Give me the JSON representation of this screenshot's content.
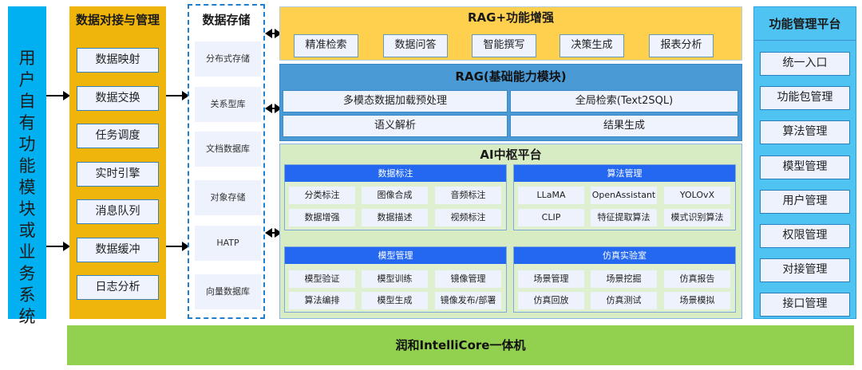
{
  "user_system": {
    "label": "用户自有功能模块或业务系统"
  },
  "data_management": {
    "title": "数据对接与管理",
    "items": [
      "数据映射",
      "数据交换",
      "任务调度",
      "实时引擎",
      "消息队列",
      "数据缓冲",
      "日志分析"
    ]
  },
  "data_storage": {
    "title": "数据存储",
    "items": [
      "分布式存储",
      "关系型库",
      "文档数据库",
      "对象存储",
      "HATP",
      "向量数据库"
    ]
  },
  "rag_plus": {
    "title": "RAG+功能增强",
    "items": [
      "精准检索",
      "数据问答",
      "智能撰写",
      "决策生成",
      "报表分析"
    ]
  },
  "rag_base": {
    "title": "RAG(基础能力模块)",
    "items": [
      "多模态数据加载预处理",
      "全局检索(Text2SQL)",
      "语义解析",
      "结果生成"
    ]
  },
  "ai_platform": {
    "title": "AI中枢平台",
    "modules": [
      {
        "title": "数据标注",
        "items": [
          "分类标注",
          "图像合成",
          "音频标注",
          "数据增强",
          "数据描述",
          "视频标注"
        ]
      },
      {
        "title": "算法管理",
        "items": [
          "LLaMA",
          "OpenAssistant",
          "YOLOvX",
          "CLIP",
          "特征提取算法",
          "模式识别算法"
        ]
      },
      {
        "title": "模型管理",
        "items": [
          "模型验证",
          "模型训练",
          "镜像管理",
          "算法编排",
          "模型生成",
          "镜像发布/部署"
        ]
      },
      {
        "title": "仿真实验室",
        "items": [
          "场景管理",
          "场景挖掘",
          "仿真报告",
          "仿真回放",
          "仿真测试",
          "场景模拟"
        ]
      }
    ]
  },
  "function_platform": {
    "title": "功能管理平台",
    "items": [
      "统一入口",
      "功能包管理",
      "算法管理",
      "模型管理",
      "用户管理",
      "权限管理",
      "对接管理",
      "接口管理"
    ]
  },
  "foundation": {
    "label": "润和IntelliCore一体机"
  },
  "colors": {
    "user_system": "#00b0f0",
    "data_management": "#efb50a",
    "storage_border": "#1f7fcf",
    "rag_plus": "#ffd04d",
    "rag_base": "#4a9ad6",
    "ai_platform": "#d7ecc2",
    "ai_module_header": "#2468f2",
    "function_platform": "#4fc3f1",
    "foundation": "#92d050"
  }
}
